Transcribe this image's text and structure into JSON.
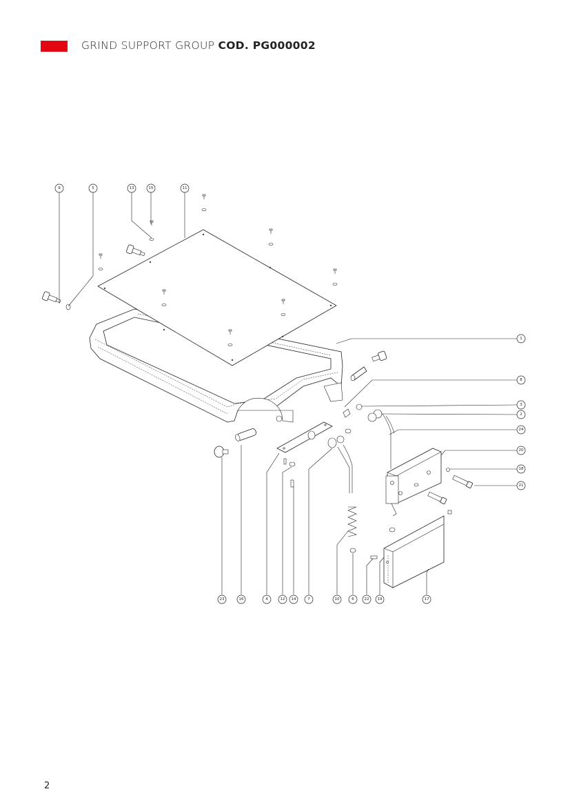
{
  "header": {
    "title": "GRIND SUPPORT GROUP",
    "code": "COD. PG000002",
    "accent_color": "#e30613"
  },
  "page_number": "2",
  "callouts": {
    "c9": "9",
    "c5": "5",
    "c13": "13",
    "c15": "15",
    "c11": "11",
    "c1": "1",
    "c8": "8",
    "c3": "3",
    "c2": "2",
    "c24": "24",
    "c20": "20",
    "c18": "18",
    "c21": "21",
    "c23": "23",
    "c16": "16",
    "c4": "4",
    "c12": "12",
    "c14": "14",
    "c7": "7",
    "c10": "10",
    "c6": "6",
    "c22": "22",
    "c19": "19",
    "c17": "17"
  }
}
